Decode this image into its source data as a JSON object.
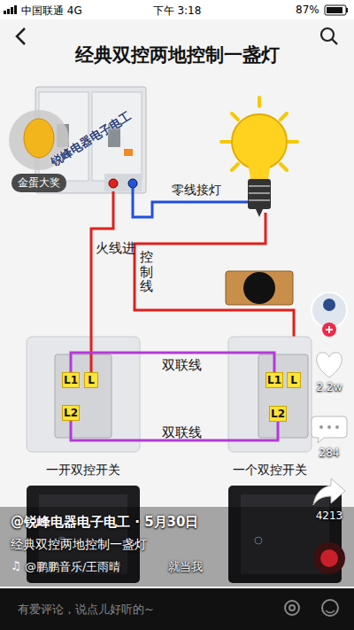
{
  "diagram": {
    "title": "经典双控两地控制一盏灯",
    "nodes": [
      {
        "text": [
          "锐峰电器电子电工"
        ]
      },
      {
        "text": [
          "一开双控开关"
        ]
      },
      {
        "text": [
          "L1"
        ],
        "in": 1
      },
      {
        "text": [
          "L"
        ],
        "in": 1
      },
      {
        "text": [
          "L2"
        ],
        "in": 1
      },
      {
        "text": [
          "一个双控开关"
        ]
      },
      {
        "text": [
          "L1"
        ],
        "in": 5
      },
      {
        "text": [
          "L"
        ],
        "in": 5
      },
      {
        "text": [
          "L2"
        ],
        "in": 5
      }
    ],
    "edges": [
      {
        "from": 0,
        "to": 3,
        "label": "火线进",
        "arrow": "none"
      },
      {
        "from": 2,
        "to": 6,
        "label": "双联线",
        "arrow": "none"
      },
      {
        "from": 4,
        "to": 8,
        "label": "双联线",
        "arrow": "none"
      }
    ],
    "labels": [
      "中国联通 4G",
      "下午 3:18",
      "87%",
      "金蛋大奖",
      "零线接灯",
      "控制线",
      "2.2w",
      "284",
      "4213",
      "@锐峰电器电子电工 · 5月30日",
      "经典双控两地控制一盏灯",
      "@鹏鹏音乐/王雨晴",
      "就当我",
      "有爱评论，说点儿好听的~"
    ]
  }
}
